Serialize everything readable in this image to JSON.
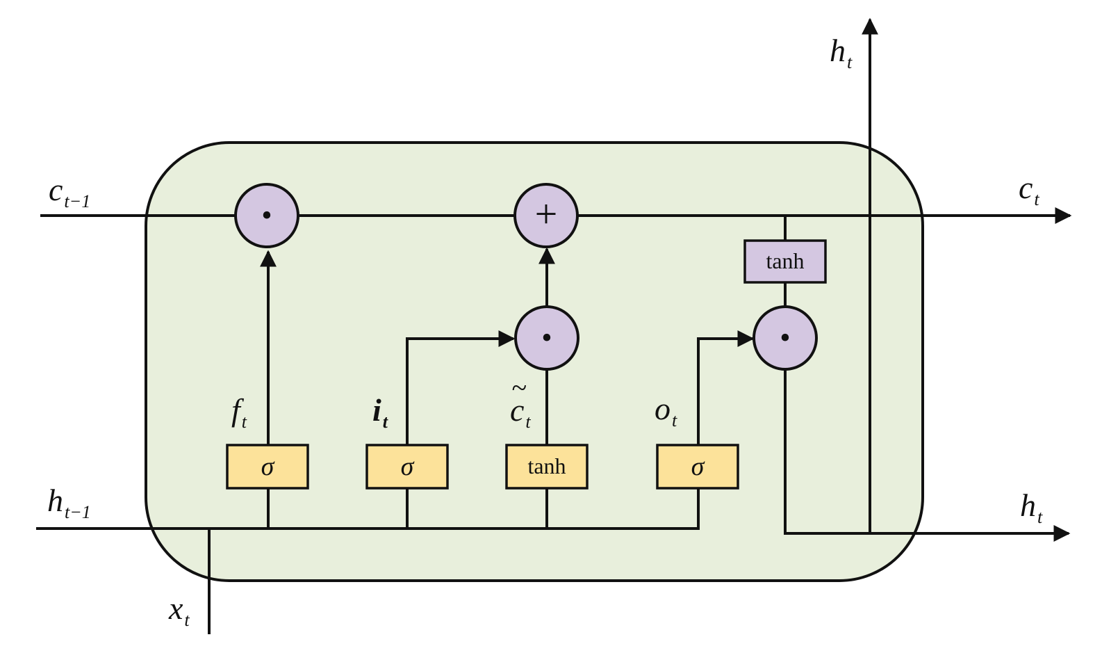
{
  "colors": {
    "cell_fill": "#e8efdc",
    "operator_fill": "#d4c7e1",
    "gate_fill": "#fce29a",
    "tanh_out_fill": "#d4c7e1",
    "line": "#111111"
  },
  "labels": {
    "c_prev": {
      "main": "c",
      "sub": "t−1"
    },
    "c_next": {
      "main": "c",
      "sub": "t"
    },
    "h_prev": {
      "main": "h",
      "sub": "t−1"
    },
    "h_next": {
      "main": "h",
      "sub": "t"
    },
    "h_top": {
      "main": "h",
      "sub": "t"
    },
    "x_in": {
      "main": "x",
      "sub": "t"
    },
    "f_gate": {
      "main": "f",
      "sub": "t"
    },
    "i_gate": {
      "main": "i",
      "sub": "t"
    },
    "c_tilde": {
      "main": "c",
      "sub": "t",
      "accent": "~"
    },
    "o_gate": {
      "main": "o",
      "sub": "t"
    }
  },
  "boxes": {
    "forget": "σ",
    "input": "σ",
    "candidate": "tanh",
    "output": "σ",
    "cell_tanh": "tanh"
  },
  "operators": {
    "forget_mult": "•",
    "add": "+",
    "input_mult": "•",
    "output_mult": "•"
  }
}
